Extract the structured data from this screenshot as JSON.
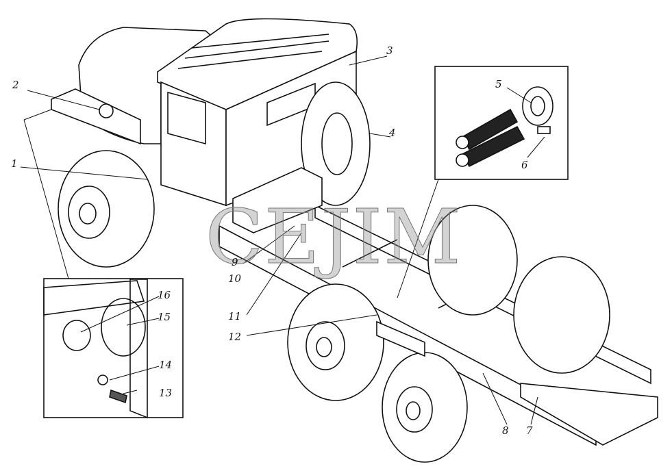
{
  "watermark": "CEJIM",
  "callouts": [
    "1",
    "2",
    "3",
    "4",
    "5",
    "6",
    "7",
    "8",
    "9",
    "10",
    "11",
    "12",
    "13",
    "14",
    "15",
    "16"
  ]
}
